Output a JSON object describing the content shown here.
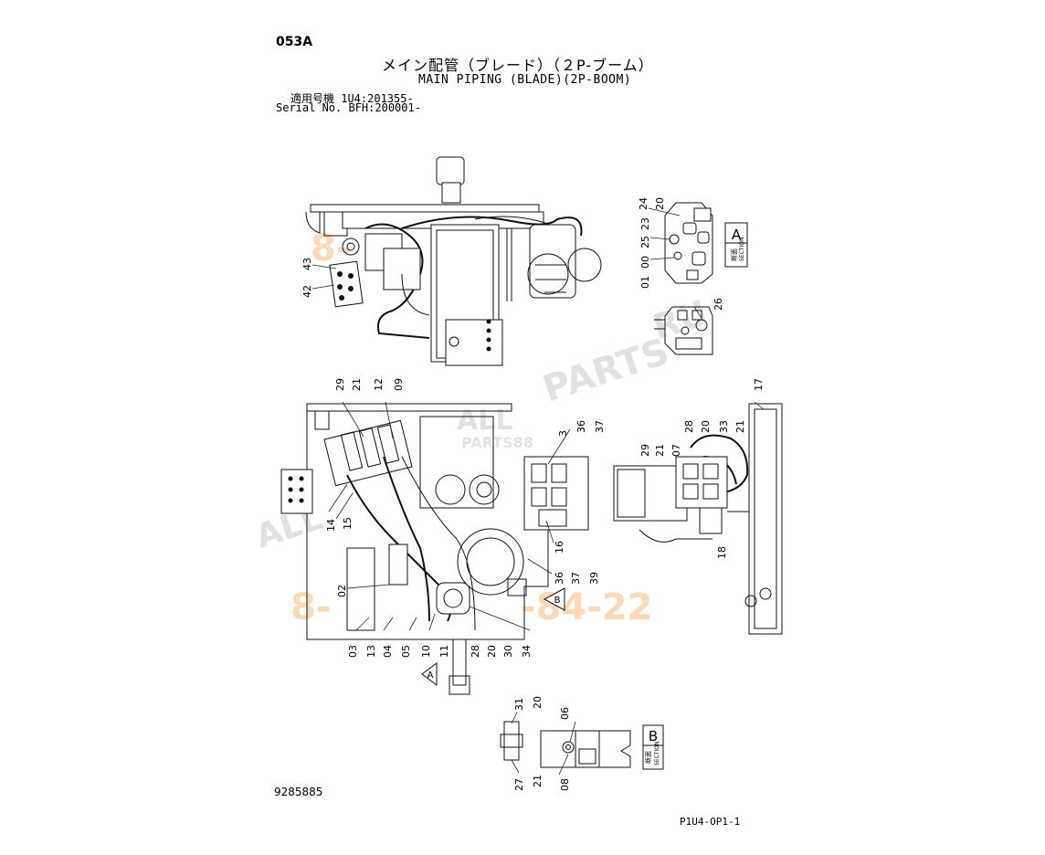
{
  "header": {
    "code": "053A",
    "title_jp": "メイン配管（ブレード）（２P-ブーム）",
    "title_en": "MAIN PIPING (BLADE)(2P-BOOM)",
    "serial_line_1": "適用号機  1U4:201355-",
    "serial_line_2": "Serial No. BFH:200001-"
  },
  "footer": {
    "drawing_number": "9285885",
    "page_code": "P1U4-OP1-1"
  },
  "watermarks": [
    "8-",
    "RU",
    "PARTS",
    "8-",
    "-84-22",
    "ALL",
    "ALL",
    "PARTS88"
  ],
  "section_labels": {
    "a_marker": "A",
    "a_box_letter": "A",
    "a_box_kanji": "断面",
    "a_box_word": "SECTION",
    "b_marker": "B",
    "b_box_letter": "B",
    "b_box_kanji": "断面",
    "b_box_word": "SECTION"
  },
  "callouts": [
    "43",
    "42",
    "24",
    "20",
    "23",
    "25",
    "00",
    "01",
    "26",
    "29",
    "21",
    "12",
    "09",
    "3",
    "36",
    "37",
    "17",
    "28",
    "20",
    "33",
    "21",
    "29",
    "21",
    "07",
    "14",
    "15",
    "16",
    "18",
    "02",
    "36",
    "37",
    "39",
    "03",
    "13",
    "04",
    "05",
    "10",
    "11",
    "28",
    "20",
    "30",
    "34",
    "31",
    "20",
    "06",
    "27",
    "21",
    "08"
  ]
}
